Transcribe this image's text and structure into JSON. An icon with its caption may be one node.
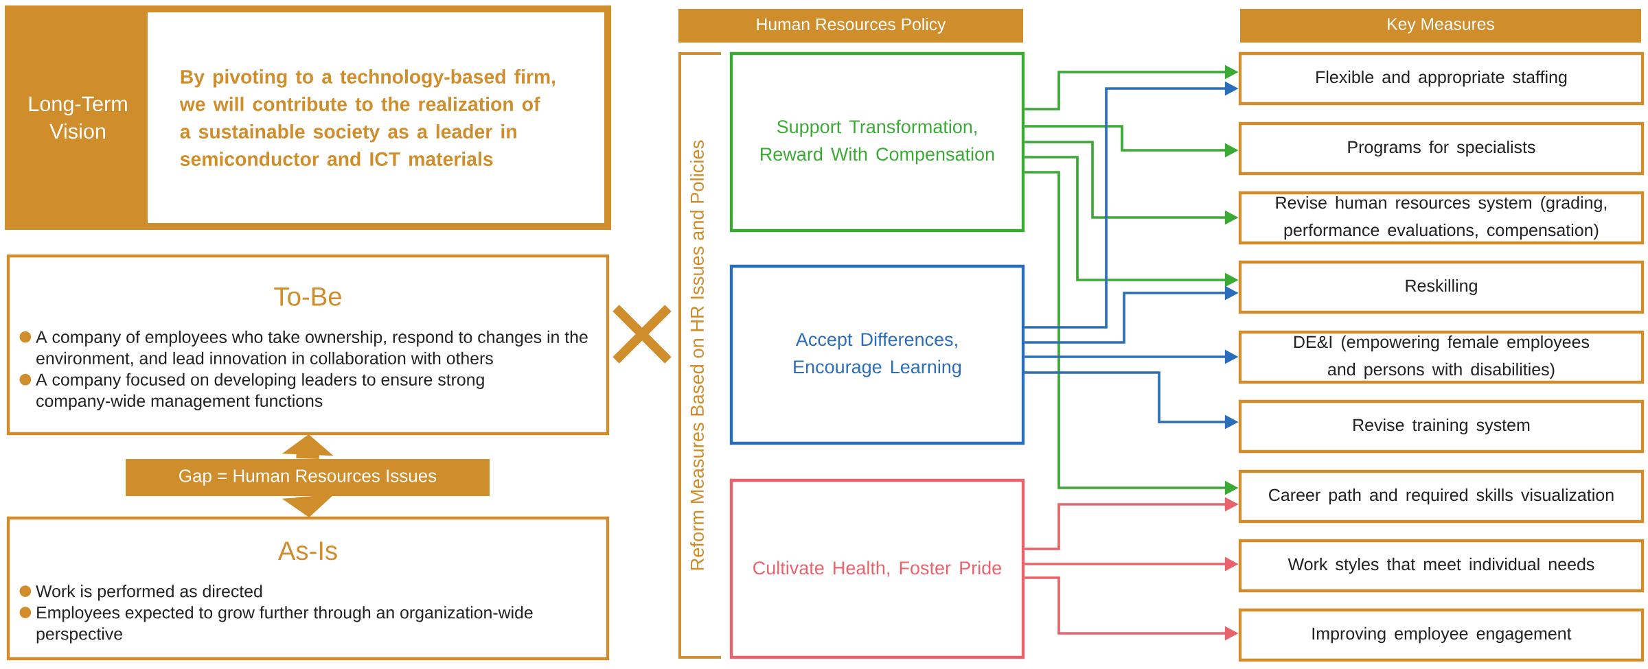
{
  "diagram": {
    "nodes": [
      {
        "text": [
          "Long-Term Vision",
          "By pivoting to a technology-based firm, we will contribute to the realization of a sustainable society as a leader in semiconductor and ICT materials"
        ]
      },
      {
        "text": [
          "To-Be",
          "A company of employees who take ownership, respond to changes in the environment, and lead innovation in collaboration with others",
          "A company focused on developing leaders to ensure strong company-wide management functions"
        ]
      },
      {
        "text": [
          "Gap = Human Resources Issues"
        ]
      },
      {
        "text": [
          "As-Is",
          "Work is performed as directed",
          "Employees expected to grow further through an organization-wide perspective"
        ]
      },
      {
        "text": [
          "Human Resources Policy"
        ]
      },
      {
        "text": [
          "Key Measures"
        ]
      },
      {
        "text": [
          "Support Transformation, Reward With Compensation"
        ]
      },
      {
        "text": [
          "Accept Differences, Encourage Learning"
        ]
      },
      {
        "text": [
          "Cultivate Health, Foster Pride"
        ]
      },
      {
        "text": [
          "Flexible and appropriate staffing"
        ]
      },
      {
        "text": [
          "Programs for specialists"
        ]
      },
      {
        "text": [
          "Revise human resources system (grading, performance evaluations, compensation)"
        ]
      },
      {
        "text": [
          "Reskilling"
        ]
      },
      {
        "text": [
          "DE&I (empowering female employees and persons with disabilities)"
        ]
      },
      {
        "text": [
          "Revise training system"
        ]
      },
      {
        "text": [
          "Career path and required skills visualization"
        ]
      },
      {
        "text": [
          "Work styles that meet individual needs"
        ]
      },
      {
        "text": [
          "Improving employee engagement"
        ]
      }
    ],
    "edges": [
      {
        "from": 2,
        "to": 1,
        "arrow": "to",
        "style": "thick",
        "color": "#d08d2b"
      },
      {
        "from": 2,
        "to": 3,
        "arrow": "to",
        "style": "thick",
        "color": "#d08d2b"
      },
      {
        "from": 6,
        "to": 9,
        "arrow": "to",
        "color": "#3aaa35"
      },
      {
        "from": 6,
        "to": 10,
        "arrow": "to",
        "color": "#3aaa35"
      },
      {
        "from": 6,
        "to": 11,
        "arrow": "to",
        "color": "#3aaa35"
      },
      {
        "from": 6,
        "to": 12,
        "arrow": "to",
        "color": "#3aaa35"
      },
      {
        "from": 6,
        "to": 15,
        "arrow": "to",
        "color": "#3aaa35"
      },
      {
        "from": 7,
        "to": 9,
        "arrow": "to",
        "color": "#2a6ebb"
      },
      {
        "from": 7,
        "to": 12,
        "arrow": "to",
        "color": "#2a6ebb"
      },
      {
        "from": 7,
        "to": 13,
        "arrow": "to",
        "color": "#2a6ebb"
      },
      {
        "from": 7,
        "to": 14,
        "arrow": "to",
        "color": "#2a6ebb"
      },
      {
        "from": 8,
        "to": 15,
        "arrow": "to",
        "color": "#e8636b"
      },
      {
        "from": 8,
        "to": 16,
        "arrow": "to",
        "color": "#e8636b"
      },
      {
        "from": 8,
        "to": 17,
        "arrow": "to",
        "color": "#e8636b"
      }
    ],
    "labels": [
      "Reform Measures Based on HR Issues and Policies"
    ]
  }
}
